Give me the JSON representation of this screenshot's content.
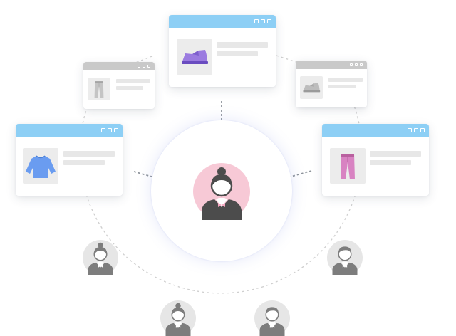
{
  "colors": {
    "window_bar_active": "#8dcff5",
    "window_bar_inactive": "#c9c9c9",
    "thumbnail_bg": "#ececec",
    "text_placeholder": "#e7e7e7",
    "connector": "#9aa0a8",
    "ring": "#cfcfcf",
    "hub_accent": "#f7c9d6",
    "bowtie": "#f3a6c0",
    "shoe_active": "#9b7be0",
    "shirt": "#6a9cf0",
    "pants_active": "#d883c2",
    "person_dark": "#4c4c4c",
    "person_gray": "#7d7d7d"
  },
  "products": [
    {
      "icon": "sneaker-icon",
      "state": "active"
    },
    {
      "icon": "pants-icon",
      "state": "inactive"
    },
    {
      "icon": "sneaker-icon",
      "state": "inactive"
    },
    {
      "icon": "sweater-icon",
      "state": "active"
    },
    {
      "icon": "pants-icon",
      "state": "active"
    }
  ],
  "center_user": {
    "icon": "woman-avatar-icon"
  },
  "shoppers": [
    {
      "icon": "woman-avatar-icon"
    },
    {
      "icon": "man-avatar-icon"
    },
    {
      "icon": "woman-avatar-icon"
    },
    {
      "icon": "man-avatar-icon"
    }
  ]
}
